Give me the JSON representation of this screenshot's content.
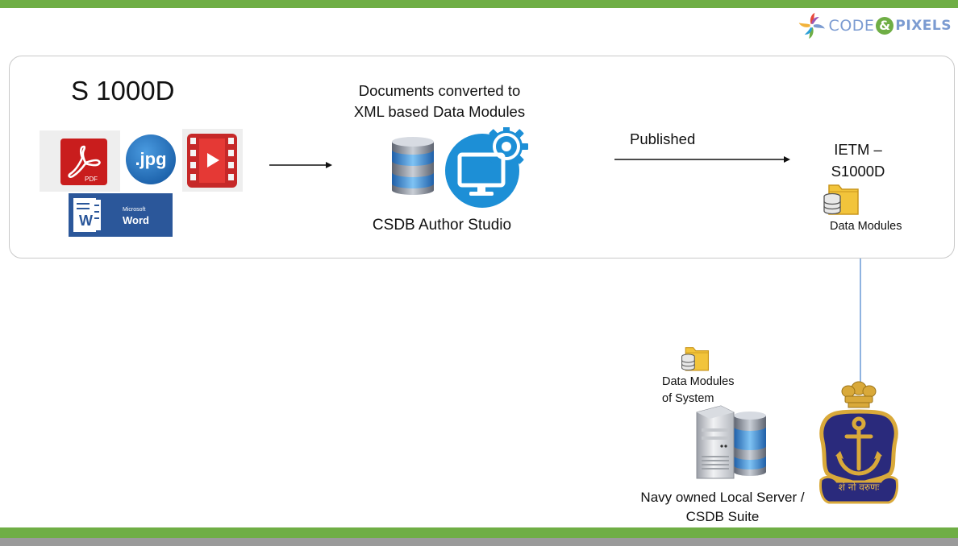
{
  "brand": {
    "name_part1": "CODE",
    "ampersand": "&",
    "name_part2": "PIXELS",
    "colors": {
      "green": "#6fae45",
      "blue": "#7b9bd1"
    }
  },
  "diagram": {
    "title": "S 1000D",
    "source_formats": [
      {
        "icon": "pdf-icon",
        "label": "PDF"
      },
      {
        "icon": "jpg-icon",
        "label": ".jpg"
      },
      {
        "icon": "video-icon",
        "label": ""
      },
      {
        "icon": "word-icon",
        "label_top": "Microsoft",
        "label": "Word"
      }
    ],
    "conversion": {
      "caption_line1": "Documents converted to",
      "caption_line2": "XML based  Data Modules",
      "tool_label": "CSDB Author Studio"
    },
    "publish": {
      "label": "Published"
    },
    "ietm": {
      "title_line1": "IETM –",
      "title_line2": "S1000D",
      "data_label": "Data Modules"
    },
    "local_system": {
      "data_label_line1": "Data Modules",
      "data_label_line2": "of System",
      "server_label_line1": "Navy owned Local Server /",
      "server_label_line2": "CSDB Suite"
    },
    "emblem": {
      "icon": "indian-navy-emblem-icon",
      "motto": "शं नो वरुणः"
    }
  }
}
